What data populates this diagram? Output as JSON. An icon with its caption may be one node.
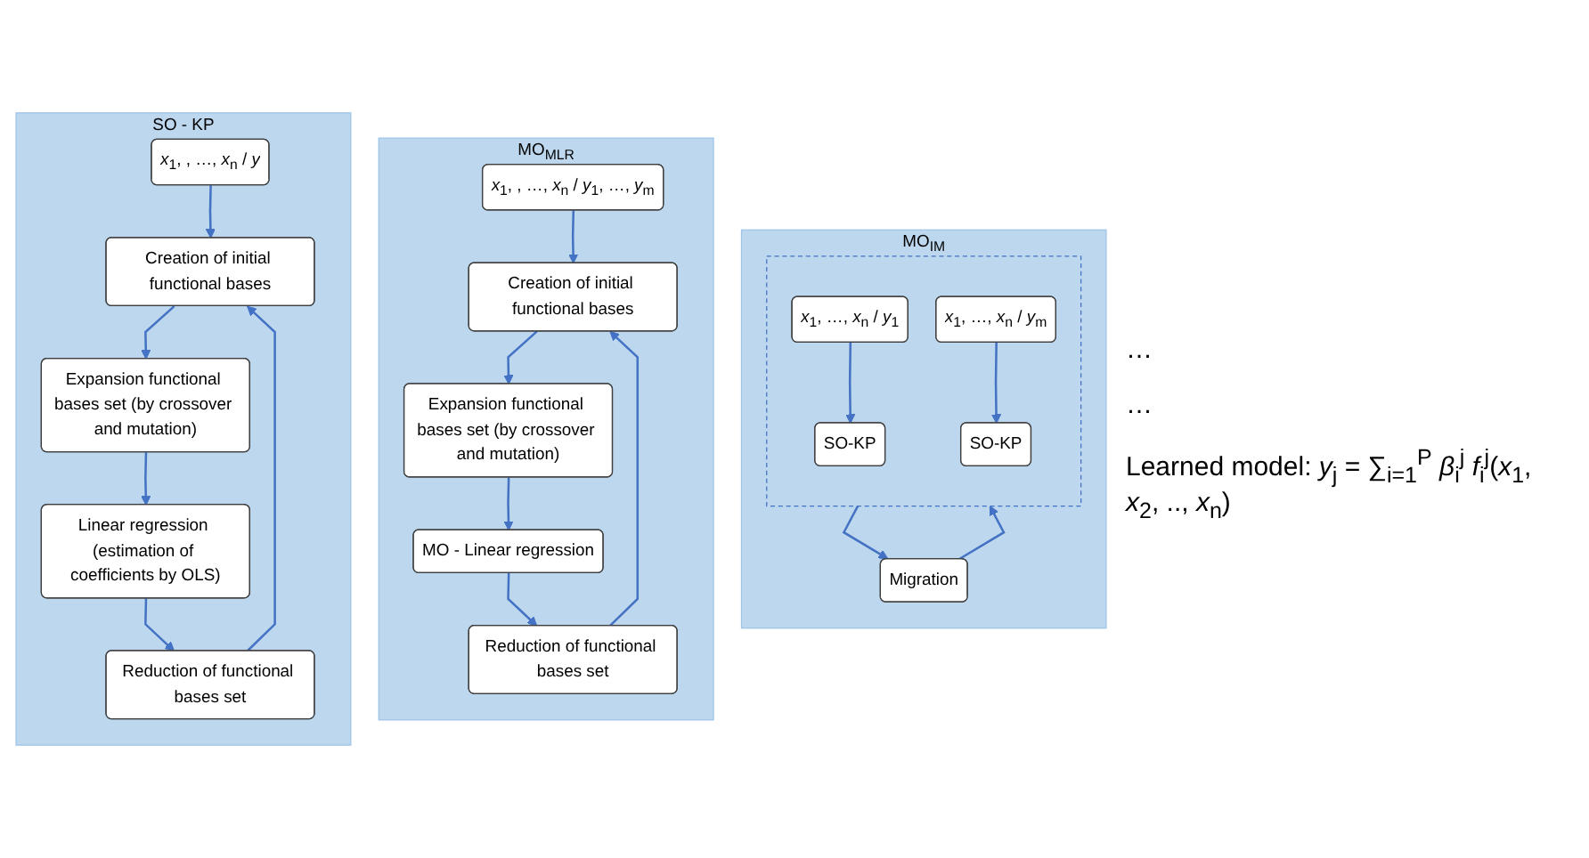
{
  "diagram": {
    "nodes": [
      {
        "text": [
          "SO - KP"
        ]
      },
      {
        "text": [
          "*x*$_{1}$, , …, *x*$_{n}$ / *y*"
        ],
        "in": 0
      },
      {
        "text": [
          "Creation of initial functional bases"
        ],
        "in": 0
      },
      {
        "text": [
          "Expansion functional bases set (by crossover and mutation)"
        ],
        "in": 0
      },
      {
        "text": [
          "Linear regression (estimation of coefficients by OLS)"
        ],
        "in": 0
      },
      {
        "text": [
          "Reduction of functional bases set"
        ],
        "in": 0
      },
      {
        "text": [
          "MO$_{MLR}$"
        ]
      },
      {
        "text": [
          "*x*$_{1}$, , …, *x*$_{n}$ / *y*$_{1}$, …, *y*$_{m}$"
        ],
        "in": 6
      },
      {
        "text": [
          "Creation of initial functional bases"
        ],
        "in": 6
      },
      {
        "text": [
          "Expansion functional bases set (by crossover and mutation)"
        ],
        "in": 6
      },
      {
        "text": [
          "MO - Linear regression"
        ],
        "in": 6
      },
      {
        "text": [
          "Reduction of functional bases set"
        ],
        "in": 6
      },
      {
        "text": [
          "MO$_{IM}$"
        ]
      },
      {
        "text": [],
        "shape": "box",
        "in": 12
      },
      {
        "text": [
          "*x*$_{1}$, …, *x*$_{n}$ / *y*$_{1}$"
        ],
        "in": 13
      },
      {
        "text": [
          "*x*$_{1}$, …, *x*$_{n}$ / *y*$_{m}$"
        ],
        "in": 13
      },
      {
        "text": [
          "SO-KP"
        ],
        "in": 13
      },
      {
        "text": [
          "SO-KP"
        ],
        "in": 13
      },
      {
        "text": [
          "Migration"
        ],
        "in": 12
      }
    ],
    "edges": [
      {
        "from": 1,
        "to": 2,
        "arrow": "to"
      },
      {
        "from": 2,
        "to": 3,
        "arrow": "to"
      },
      {
        "from": 3,
        "to": 4,
        "arrow": "to"
      },
      {
        "from": 4,
        "to": 5,
        "arrow": "to"
      },
      {
        "from": 5,
        "to": 2,
        "arrow": "to"
      },
      {
        "from": 7,
        "to": 8,
        "arrow": "to"
      },
      {
        "from": 8,
        "to": 9,
        "arrow": "to"
      },
      {
        "from": 9,
        "to": 10,
        "arrow": "to"
      },
      {
        "from": 10,
        "to": 11,
        "arrow": "to"
      },
      {
        "from": 11,
        "to": 8,
        "arrow": "to"
      },
      {
        "from": 14,
        "to": 16,
        "arrow": "to"
      },
      {
        "from": 15,
        "to": 17,
        "arrow": "to"
      },
      {
        "from": 13,
        "to": 18,
        "arrow": "to"
      },
      {
        "from": 18,
        "to": 13,
        "arrow": "to"
      }
    ],
    "labels": [
      "…",
      "…",
      "Learned model: *y*$_{j}$ = ∑$_{i=1}$$^{P}$ *β*$_{i}$$^{j}$ *f*$_{i}$$^{j}$(*x*$_{1}$, *x*$_{2}$, .., *x*$_{n}$)"
    ]
  }
}
